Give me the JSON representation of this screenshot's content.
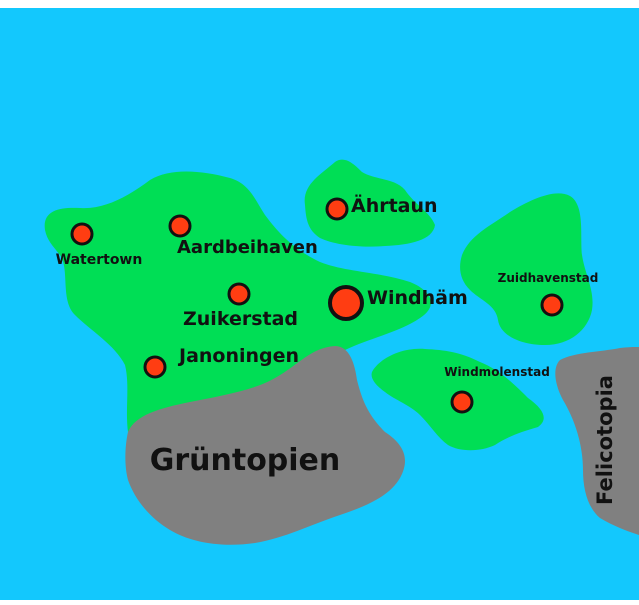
{
  "map": {
    "colors": {
      "water": "#13C8FD",
      "land": "#00DE55",
      "foreign": "#808080",
      "city_fill": "#FF3D12",
      "city_stroke": "#111111",
      "label": "#111111"
    },
    "regions": [
      {
        "name": "Grüntopien",
        "type": "foreign-country"
      },
      {
        "name": "Felicotopia",
        "type": "foreign-country"
      }
    ],
    "cities": [
      {
        "name": "Watertown",
        "size": "small"
      },
      {
        "name": "Aardbeihaven",
        "size": "small"
      },
      {
        "name": "Ährtaun",
        "size": "small"
      },
      {
        "name": "Zuikerstad",
        "size": "small"
      },
      {
        "name": "Windhäm",
        "size": "capital"
      },
      {
        "name": "Janoningen",
        "size": "small"
      },
      {
        "name": "Zuidhavenstad",
        "size": "small"
      },
      {
        "name": "Windmolenstad",
        "size": "small"
      }
    ]
  }
}
